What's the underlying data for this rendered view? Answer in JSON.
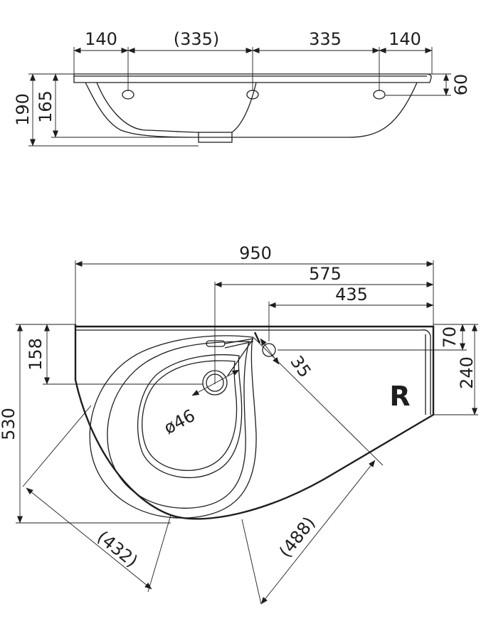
{
  "side_view": {
    "dim_left_end": "140",
    "dim_left_mid": "(335)",
    "dim_right_mid": "335",
    "dim_right_end": "140",
    "height_total": "190",
    "height_bowl": "165",
    "rim_height": "60"
  },
  "top_view": {
    "width_total": "950",
    "tap_offset": "575",
    "overflow_offset": "435",
    "front_depth": "158",
    "depth_total": "530",
    "shelf_depth": "70",
    "right_depth": "240",
    "overflow_diameter": "35",
    "drain_diameter": "ø46",
    "diagonal_left": "(432)",
    "diagonal_right": "(488)",
    "orientation_mark": "R"
  }
}
